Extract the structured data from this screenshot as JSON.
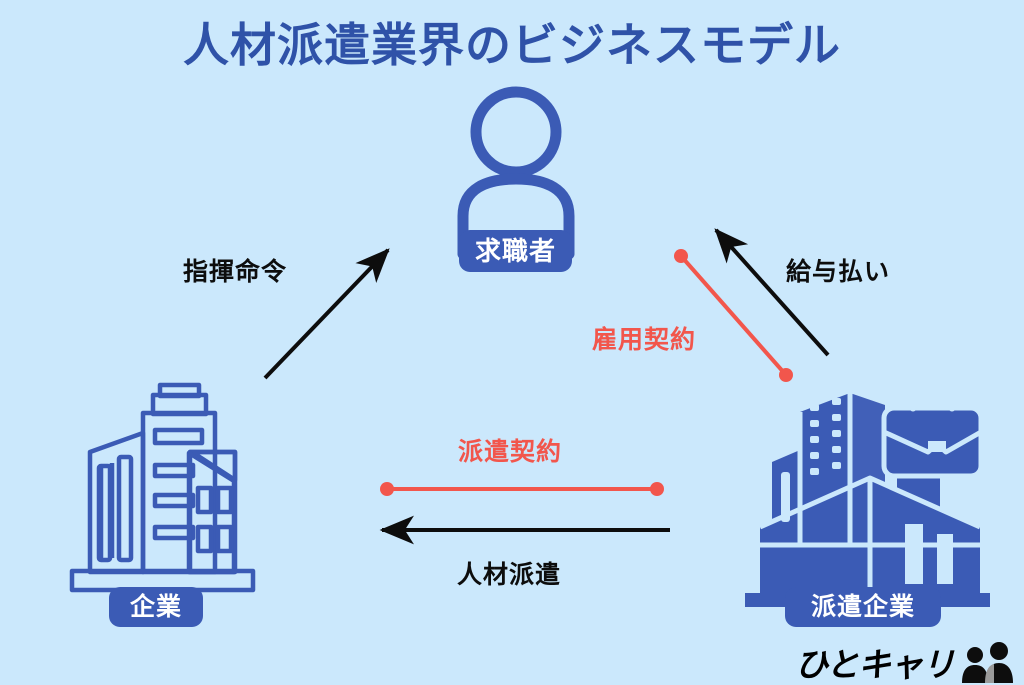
{
  "page": {
    "title": "人材派遣業界のビジネスモデル",
    "background_color": "#cbe8fc",
    "title_color": "#2f52a8"
  },
  "colors": {
    "badge_blue": "#3b5bb5",
    "icon_blue": "#3b5bb5",
    "accent_red": "#f2564c",
    "arrow_black": "#0d0d0d"
  },
  "nodes": [
    {
      "id": "jobseeker",
      "label": "求職者",
      "icon": "person-outline-icon",
      "style": "outline"
    },
    {
      "id": "company",
      "label": "企業",
      "icon": "office-building-outline-icon",
      "style": "outline"
    },
    {
      "id": "agency",
      "label": "派遣企業",
      "icon": "office-building-briefcase-filled-icon",
      "style": "filled"
    }
  ],
  "flows": [
    {
      "id": "command",
      "label": "指揮命令",
      "color": "#0d0d0d",
      "type": "arrow",
      "from": "company",
      "to": "jobseeker"
    },
    {
      "id": "salary",
      "label": "給与払い",
      "color": "#0d0d0d",
      "type": "arrow",
      "from": "agency",
      "to": "jobseeker"
    },
    {
      "id": "employment",
      "label": "雇用契約",
      "color": "#f2564c",
      "type": "dotted-line",
      "from": "jobseeker",
      "to": "agency"
    },
    {
      "id": "dispatch-contract",
      "label": "派遣契約",
      "color": "#f2564c",
      "type": "dotted-line",
      "from": "company",
      "to": "agency"
    },
    {
      "id": "staffing",
      "label": "人材派遣",
      "color": "#0d0d0d",
      "type": "arrow",
      "from": "agency",
      "to": "company"
    }
  ],
  "brand": {
    "logo_text": "ひとキャリ",
    "logo_icon": "two-people-icon"
  }
}
